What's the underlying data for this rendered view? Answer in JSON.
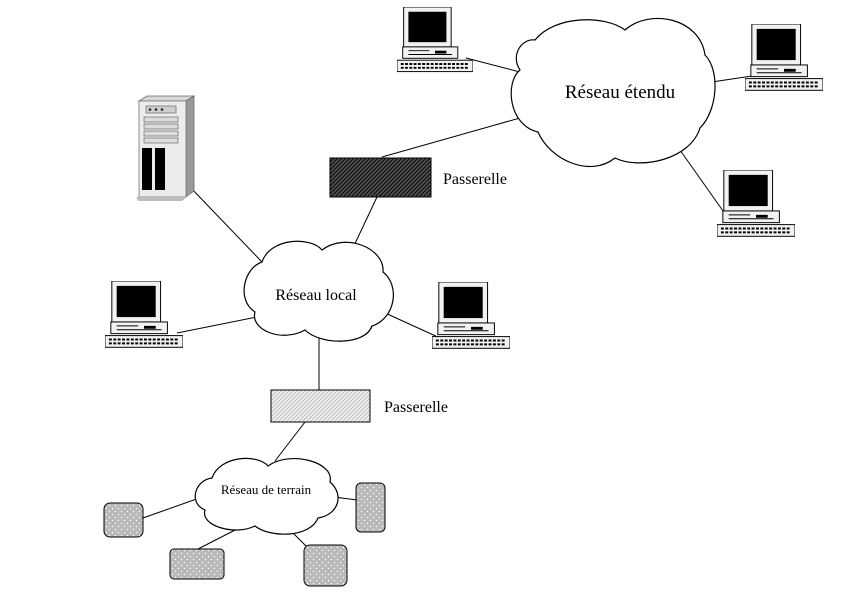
{
  "labels": {
    "wan": "Réseau étendu",
    "lan": "Réseau local",
    "field": "Réseau de terrain",
    "gateway_top": "Passerelle",
    "gateway_bottom": "Passerelle"
  },
  "icons": {
    "server": "server-tower-icon",
    "computer": "desktop-computer-icon",
    "field_device": "field-device-icon"
  },
  "colors": {
    "line": "#000000",
    "gateway_top_fill": "#3a3a3a",
    "gateway_bottom_fill": "#d6d6d6",
    "field_device_fill": "#b8b8b8",
    "screen": "#000000",
    "computer_body": "#f2f2f2"
  }
}
